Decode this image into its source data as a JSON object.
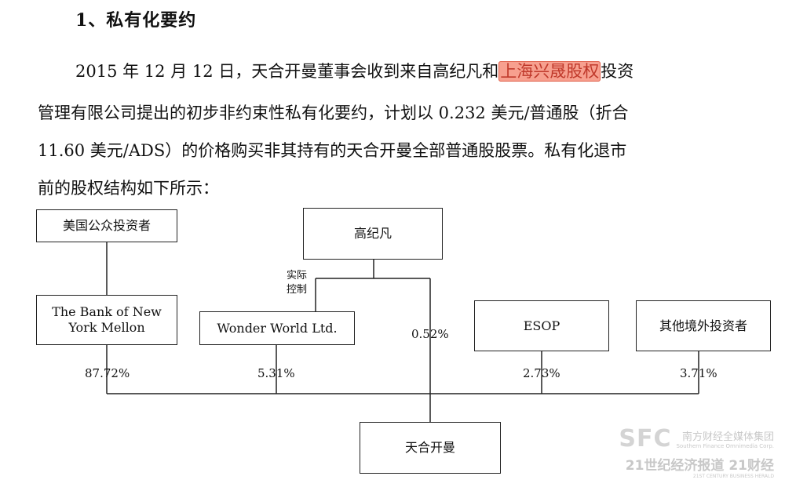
{
  "section": {
    "heading": "1、私有化要约"
  },
  "paragraph": {
    "line1_before": "2015 年 12 月 12 日，天合开曼董事会收到来自高纪凡和",
    "line1_highlight": "上海兴晟股权",
    "line1_after": "投资",
    "line2": "管理有限公司提出的初步非约束性私有化要约，计划以 0.232 美元/普通股（折合",
    "line3": "11.60 美元/ADS）的价格购买非其持有的天合开曼全部普通股股票。私有化退市",
    "line4": "前的股权结构如下所示：",
    "highlight_color": "#f7a08f"
  },
  "diagram": {
    "us_investors": "美国公众投资者",
    "gao_jifan": "高纪凡",
    "bny_line1": "The Bank of New",
    "bny_line2": "York Mellon",
    "wonder_world": "Wonder World Ltd.",
    "esop": "ESOP",
    "other_foreign": "其他境外投资者",
    "trina_cayman": "天合开曼",
    "control_line1": "实际",
    "control_line2": "控制",
    "pct_bny": "87.72%",
    "pct_wonder": "5.31%",
    "pct_gao": "0.52%",
    "pct_esop": "2.73%",
    "pct_other": "3.71%"
  },
  "watermark": {
    "logo": "SFC",
    "cn_name": "南方财经全媒体集团",
    "en_name": "Southern Finance Omnimedia Corp.",
    "brand1": "21世纪经济报道",
    "brand2": "21财经",
    "brand1_en": "21ST CENTURY BUSINESS HERALD"
  }
}
